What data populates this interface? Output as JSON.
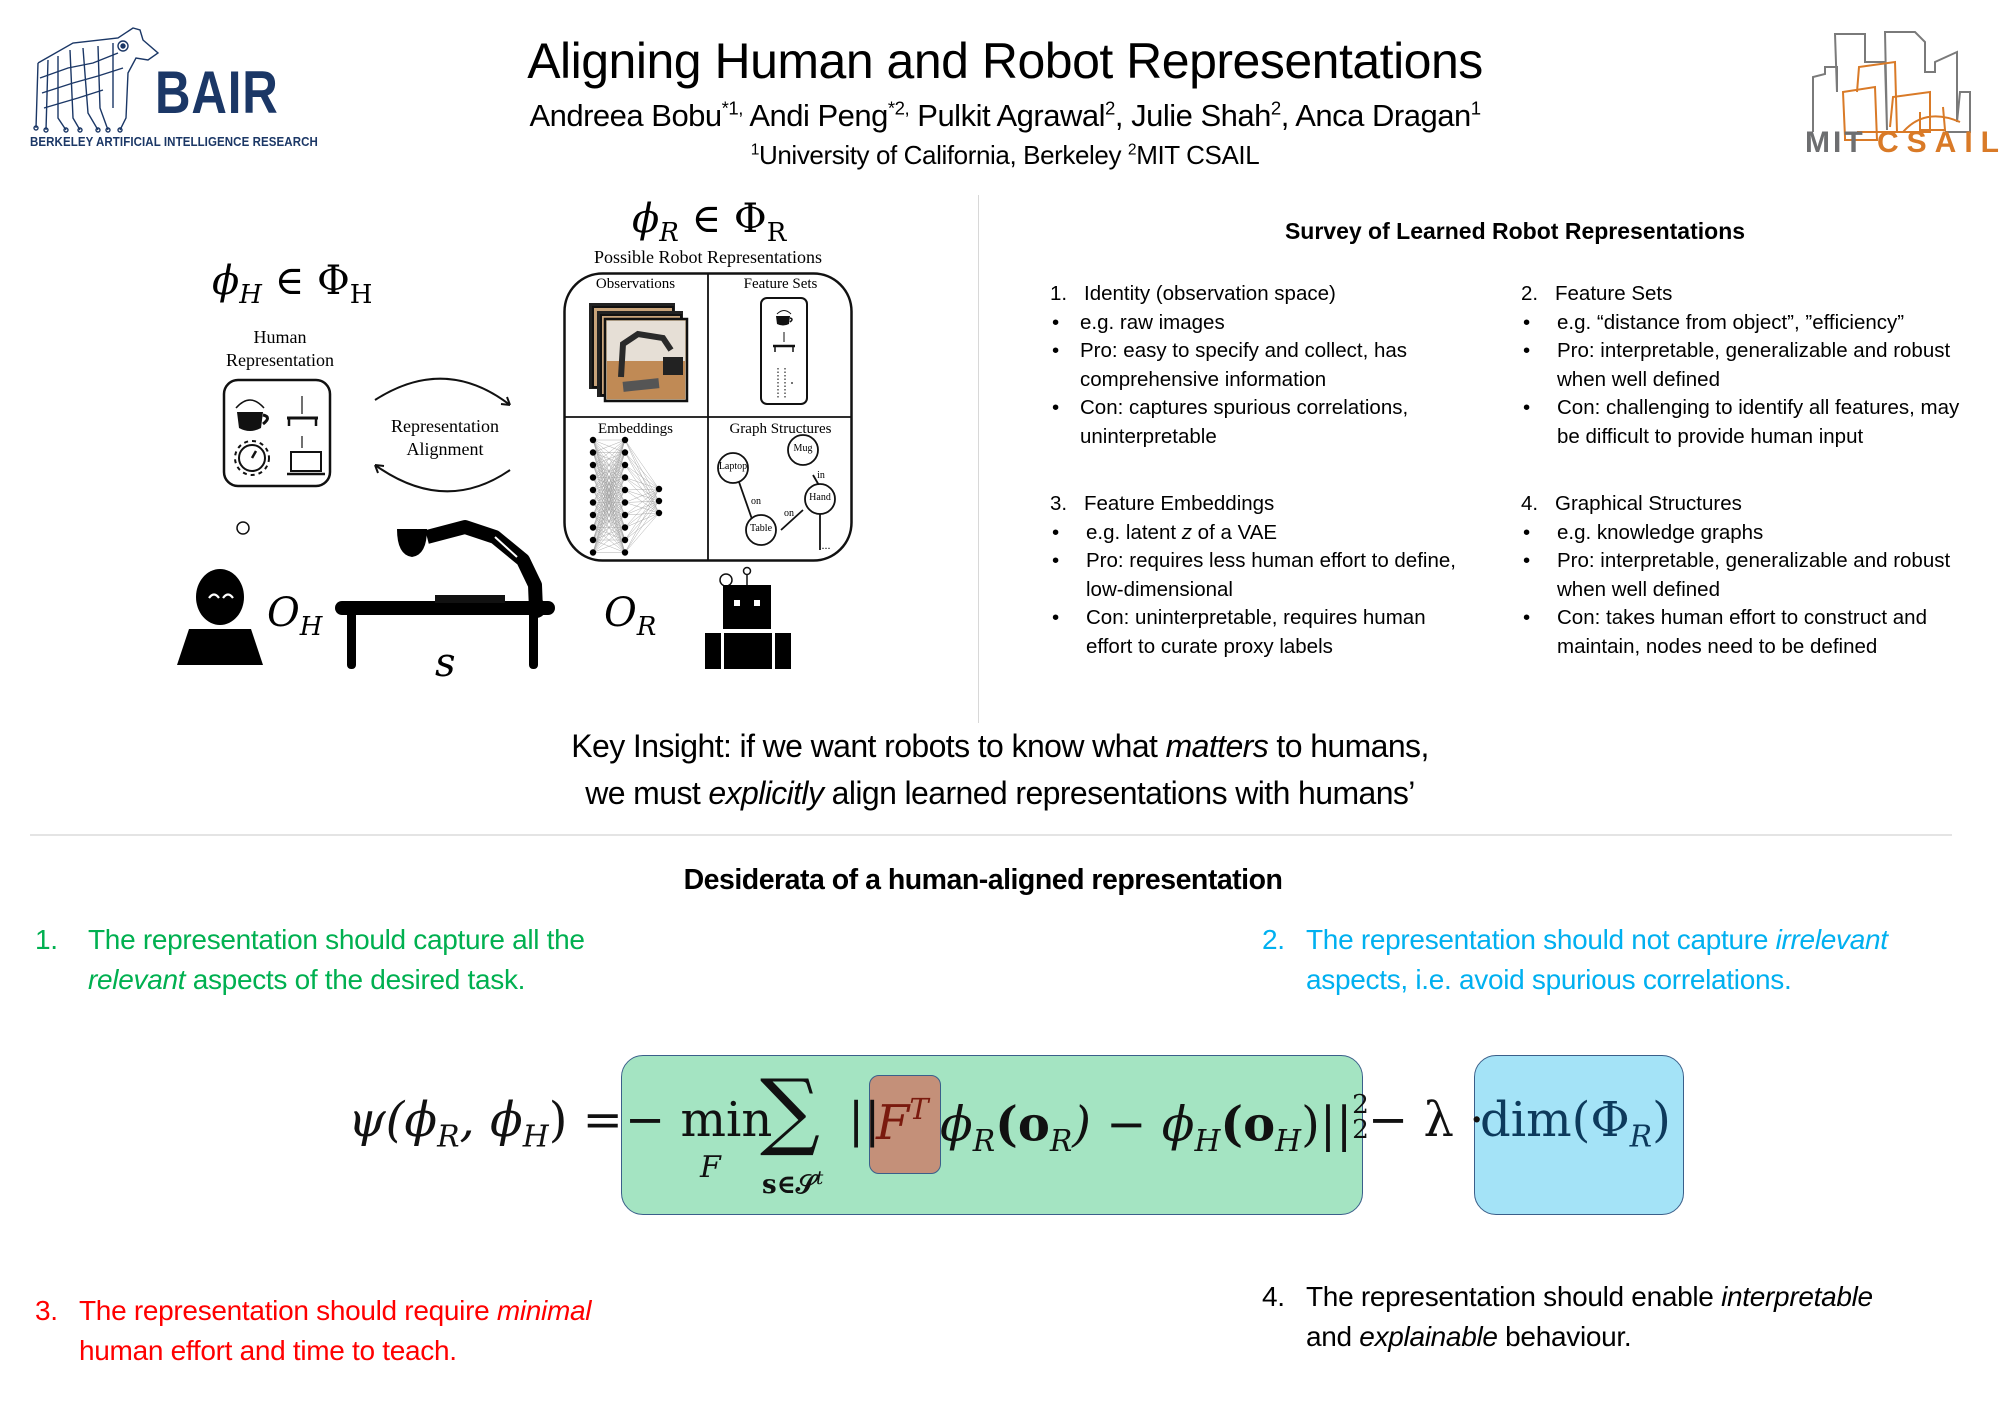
{
  "header": {
    "title": "Aligning Human and Robot Representations",
    "authors": [
      {
        "name": "Andreea Bobu",
        "sup": "*1,"
      },
      {
        "name": "Andi Peng",
        "sup": "*2,"
      },
      {
        "name": "Pulkit Agrawal",
        "sup": "2"
      },
      {
        "name": "Julie Shah",
        "sup": "2"
      },
      {
        "name": "Anca Dragan",
        "sup": "1"
      }
    ],
    "affiliations": [
      {
        "sup": "1",
        "name": "University of California, Berkeley"
      },
      {
        "sup": "2",
        "name": "MIT CSAIL"
      }
    ]
  },
  "logos": {
    "bair": {
      "word": "BAIR",
      "subtitle": "BERKELEY ARTIFICIAL INTELLIGENCE RESEARCH",
      "color": "#1b3766"
    },
    "csail": {
      "mit": "MIT",
      "csail": "CSAIL",
      "gray": "#6d6e70",
      "orange": "#d97a27"
    }
  },
  "diagram": {
    "phi_h": {
      "phi": "ϕ",
      "sub": "H",
      "in": " ∈ ",
      "Phi": "Φ",
      "Phi_sub": "H"
    },
    "phi_r": {
      "phi": "ϕ",
      "sub": "R",
      "in": " ∈ ",
      "Phi": "Φ",
      "Phi_sub": "R"
    },
    "human_rep_label_1": "Human",
    "human_rep_label_2": "Representation",
    "possible_label": "Possible Robot Representations",
    "alignment_label_1": "Representation",
    "alignment_label_2": "Alignment",
    "cells": {
      "observations": "Observations",
      "feature_sets": "Feature Sets",
      "embeddings": "Embeddings",
      "graph_structures": "Graph Structures"
    },
    "graph_nodes": {
      "laptop": "Laptop",
      "mug": "Mug",
      "hand": "Hand",
      "table": "Table"
    },
    "graph_edges": {
      "laptop_table": "on",
      "mug_hand": "in",
      "hand_table": "on",
      "ellipsis": "..."
    },
    "o_h": {
      "O": "O",
      "sub": "H"
    },
    "o_r": {
      "O": "O",
      "sub": "R"
    },
    "s": "s"
  },
  "survey": {
    "title": "Survey of Learned Robot Representations",
    "sections": [
      {
        "num": "1.",
        "title": "Identity (observation space)",
        "bullets": [
          "e.g. raw images",
          "Pro: easy to specify and collect, has comprehensive information",
          "Con: captures spurious correlations, uninterpretable"
        ]
      },
      {
        "num": "2.",
        "title": "Feature Sets",
        "bullets": [
          "e.g. “distance from object”, ”efficiency”",
          "Pro: interpretable, generalizable and robust when well defined",
          "Con: challenging to identify all features, may be difficult to provide human input"
        ]
      },
      {
        "num": "3.",
        "title": "Feature Embeddings",
        "bullets": [
          {
            "pre": "e.g. latent ",
            "em": "z",
            "post": " of a VAE"
          },
          "Pro: requires less human effort to define, low-dimensional",
          "Con: uninterpretable, requires human effort to curate proxy labels"
        ]
      },
      {
        "num": "4.",
        "title": "Graphical Structures",
        "bullets": [
          "e.g. knowledge graphs",
          "Pro: interpretable, generalizable and robust when well defined",
          "Con: takes human effort to construct and maintain, nodes need to be defined"
        ]
      }
    ]
  },
  "insight": {
    "line1_pre": "Key Insight: if we want robots to know what ",
    "line1_em": "matters",
    "line1_post": " to humans,",
    "line2_pre": "we must ",
    "line2_em": "explicitly",
    "line2_post": " align learned representations with humans’"
  },
  "desiderata": {
    "title": "Desiderata of a human-aligned representation",
    "items": [
      {
        "num": "1.",
        "line1": "The representation should capture all the",
        "em": "relevant",
        "line2_post": " aspects of the desired task.",
        "color": "#00b050"
      },
      {
        "num": "2.",
        "line1_pre": "The representation should not capture ",
        "em": "irrelevant",
        "line2": "aspects, i.e. avoid spurious correlations.",
        "color": "#00b0f0"
      },
      {
        "num": "3.",
        "line1_pre": "The representation should require ",
        "em": "minimal",
        "line2": "human effort and time to teach.",
        "color": "#ff0000"
      },
      {
        "num": "4.",
        "line1_pre": "The representation should enable ",
        "em": "interpretable",
        "line2_pre": "and ",
        "em2": "explainable",
        "line2_post": " behaviour.",
        "color": "#000000"
      }
    ]
  },
  "formula": {
    "lhs": "ψ(ϕ",
    "lhs_sub1": "R",
    "lhs_mid": ", ϕ",
    "lhs_sub2": "H",
    "lhs_end": ") =",
    "neg_min": "− min",
    "min_sub": "F",
    "sum": "∑",
    "sum_sub": "s∈𝒮",
    "sum_sub_sup": "t",
    "norm_open": "||",
    "F": "F",
    "F_sup": "T",
    "phiR": "ϕ",
    "phiR_sub": "R",
    "oR": "(o",
    "oR_sub": "R",
    "minus": ") − ϕ",
    "phiH_sub": "H",
    "oH": "(o",
    "oH_sub": "H",
    "norm_close": ")||",
    "norm_sup": "2",
    "norm_sub": "2",
    "lambda": "− λ ·",
    "dim": "dim(Φ",
    "dim_sub": "R",
    "dim_close": ")",
    "colors": {
      "green": "#a4e4c2",
      "red": "#c49079",
      "blue": "#a4e3f7"
    }
  }
}
